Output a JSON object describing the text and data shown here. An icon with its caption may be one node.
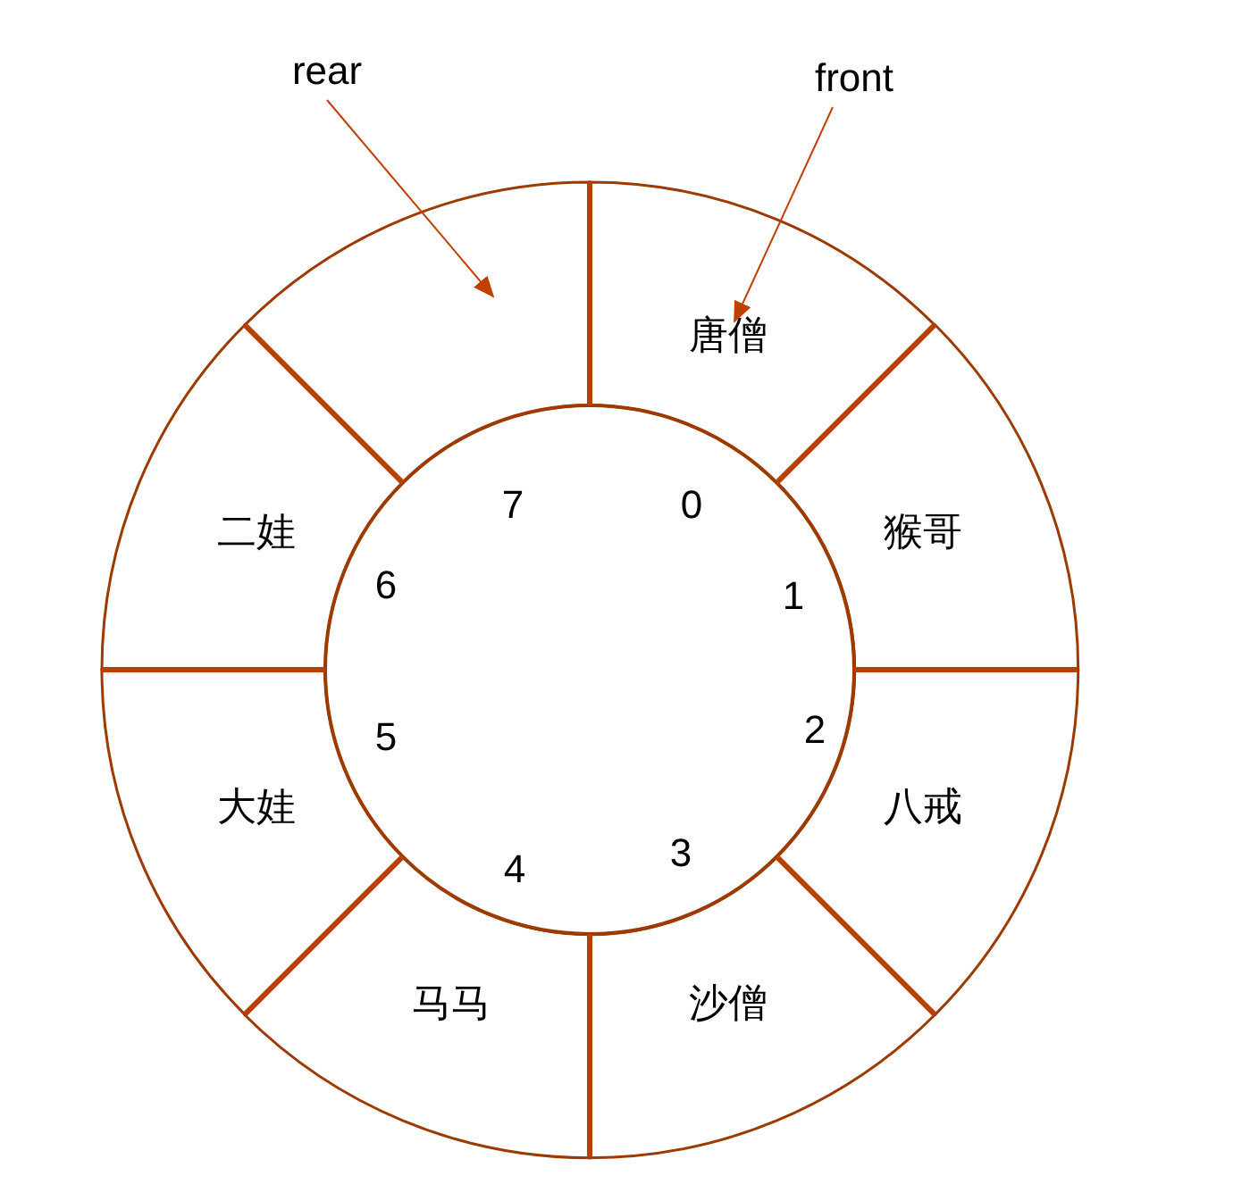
{
  "diagram": {
    "nodes": [
      {
        "text": [
          "rear"
        ]
      },
      {
        "text": [
          "front"
        ]
      },
      {
        "text": [
          "唐僧"
        ]
      },
      {
        "text": [
          "猴哥"
        ]
      },
      {
        "text": [
          "八戒"
        ]
      },
      {
        "text": [
          "沙僧"
        ]
      },
      {
        "text": [
          "马马"
        ]
      },
      {
        "text": [
          "大娃"
        ]
      },
      {
        "text": [
          "二娃"
        ]
      },
      {
        "text": [],
        "shape": "sector"
      }
    ],
    "edges": [
      {
        "from": 0,
        "to": 9,
        "arrow": "to"
      },
      {
        "from": 1,
        "to": 2,
        "arrow": "to"
      }
    ],
    "labels": [
      "0",
      "1",
      "2",
      "3",
      "4",
      "5",
      "6",
      "7"
    ]
  }
}
